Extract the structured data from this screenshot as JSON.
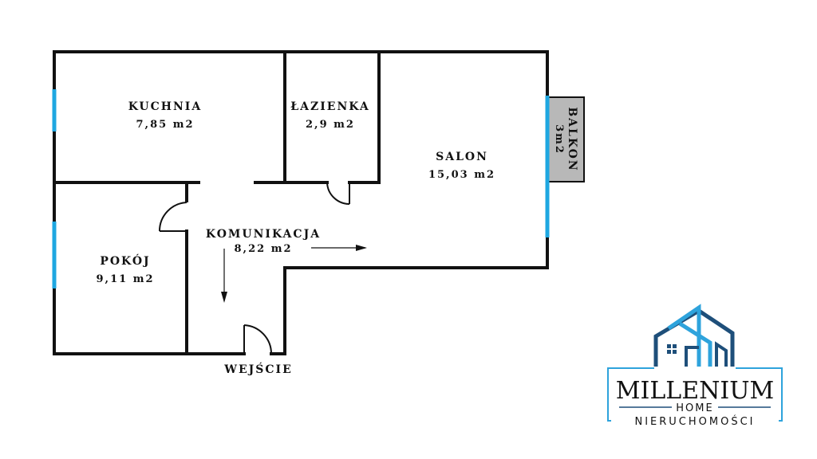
{
  "rooms": {
    "kuchnia": {
      "name": "KUCHNIA",
      "area": "7,85 m2"
    },
    "lazienka": {
      "name": "ŁAZIENKA",
      "area": "2,9 m2"
    },
    "salon": {
      "name": "SALON",
      "area": "15,03 m2"
    },
    "balkon": {
      "name": "BALKON",
      "area": "3m2"
    },
    "komunikacja": {
      "name": "KOMUNIKACJA",
      "area": "8,22 m2"
    },
    "pokoj": {
      "name": "POKÓJ",
      "area": "9,11 m2"
    }
  },
  "entrance": {
    "label": "WEJŚCIE"
  },
  "logo": {
    "name": "MILLENIUM",
    "sub": "HOME",
    "tagline": "NIERUCHOMOŚCI",
    "colors": {
      "primary": "#1e4f7a",
      "accent": "#2ea3dc",
      "window": "#1ea7e1",
      "balcony": "#b8b8b8"
    }
  }
}
